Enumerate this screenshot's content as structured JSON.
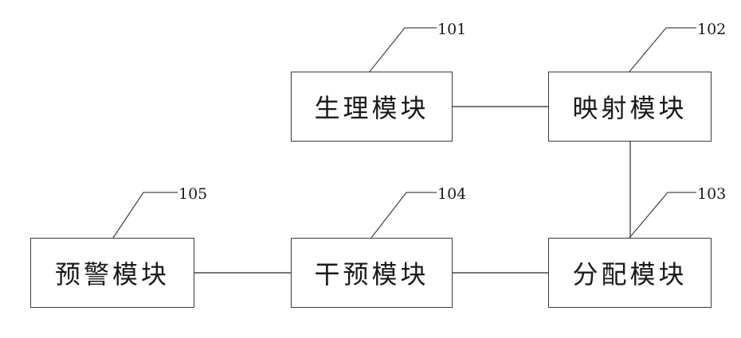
{
  "modules": {
    "physiology": {
      "label": "生理模块",
      "ref": "101"
    },
    "mapping": {
      "label": "映射模块",
      "ref": "102"
    },
    "allocation": {
      "label": "分配模块",
      "ref": "103"
    },
    "intervention": {
      "label": "干预模块",
      "ref": "104"
    },
    "warning": {
      "label": "预警模块",
      "ref": "105"
    }
  },
  "colors": {
    "line": "#4a4a4a",
    "border": "#3a3a3a",
    "text": "#1a1a1a"
  }
}
